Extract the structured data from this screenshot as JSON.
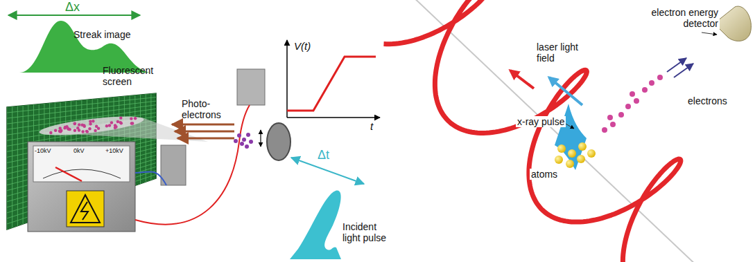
{
  "diagram": {
    "labels": [
      "Δx",
      "Streak image",
      "Fluorescent screen",
      "V(t)",
      "t",
      "-10kV",
      "0kV",
      "+10kV",
      "Photo-electrons",
      "Δt",
      "Incident light pulse",
      "electron energy detector",
      "laser light field",
      "x-ray pulse",
      "atoms",
      "electrons"
    ]
  }
}
